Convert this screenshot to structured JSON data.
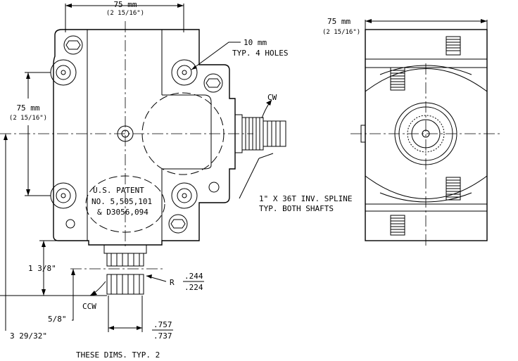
{
  "dims": {
    "top_mm": "75 mm",
    "top_in": "(2 15/16\")",
    "left_mm": "75 mm",
    "left_in": "(2 15/16\")",
    "right_mm": "75 mm",
    "right_in": "(2 15/16\")",
    "holes": "10 mm",
    "holes_typ": "TYP. 4 HOLES",
    "rotation_cw": "CW",
    "rotation_ccw": "CCW",
    "spline": "1\" X 36T INV. SPLINE",
    "spline_typ": "TYP. BOTH SHAFTS",
    "d_1_3_8": "1 3/8\"",
    "d_5_8": "5/8\"",
    "d_3_29_32": "3 29/32\"",
    "r_label": "R",
    "r_top": ".244",
    "r_bottom": ".224",
    "w_top": ".757",
    "w_bottom": ".737",
    "note": "THESE DIMS. TYP. 2"
  },
  "patent": {
    "line1": "U.S. PATENT",
    "line2": "NO. 5,505,101",
    "line3": "&  D3056,094"
  }
}
